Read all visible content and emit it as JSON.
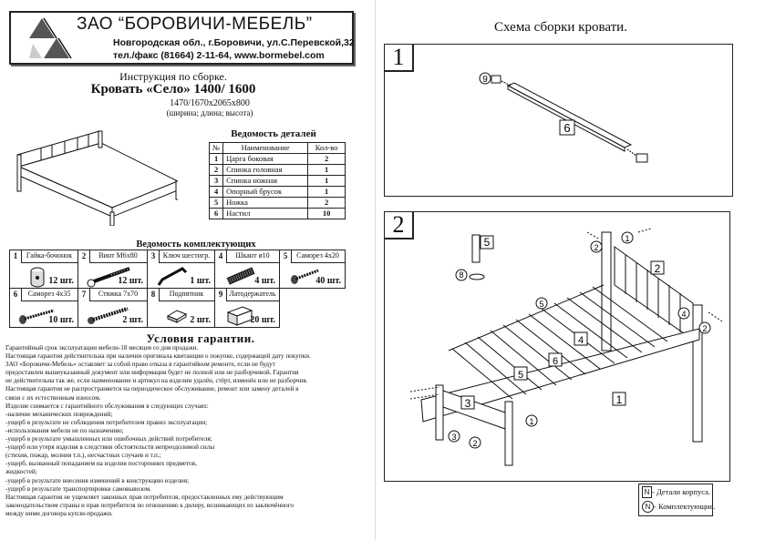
{
  "header": {
    "company": "ЗАО “БОРОВИЧИ-МЕБЕЛЬ”",
    "address": "Новгородская обл., г.Боровичи, ул.С.Перевской,32",
    "contact": "тел./факс (81664) 2-11-64,  www.bormebel.com"
  },
  "title": {
    "instruction": "Инструкция по сборке.",
    "model": "Кровать «Село» 1400/ 1600",
    "dimensions": "1470/1670x2065x800",
    "dimensions_label": "(ширина; длина; высота)"
  },
  "parts": {
    "title": "Ведомость деталей",
    "headers": [
      "№",
      "Наименование",
      "Кол-во"
    ],
    "rows": [
      {
        "n": "1",
        "name": "Царга боковая",
        "qty": "2"
      },
      {
        "n": "2",
        "name": "Спинка головная",
        "qty": "1"
      },
      {
        "n": "3",
        "name": "Спинка ножная",
        "qty": "1"
      },
      {
        "n": "4",
        "name": "Опорный брусок",
        "qty": "1"
      },
      {
        "n": "5",
        "name": "Ножка",
        "qty": "2"
      },
      {
        "n": "6",
        "name": "Настил",
        "qty": "10"
      }
    ]
  },
  "hardware": {
    "title": "Ведомость комплектующих",
    "items": [
      {
        "n": "1",
        "name": "Гайка-бочонок",
        "qty": "12 шт.",
        "icon": "barrel-nut-icon"
      },
      {
        "n": "2",
        "name": "Винт М6х80",
        "qty": "12 шт.",
        "icon": "bolt-icon"
      },
      {
        "n": "3",
        "name": "Ключ шестигр.",
        "qty": "1 шт.",
        "icon": "hex-key-icon"
      },
      {
        "n": "4",
        "name": "Шкант ø10",
        "qty": "4 шт.",
        "icon": "dowel-icon"
      },
      {
        "n": "5",
        "name": "Саморез 4х20",
        "qty": "40 шт.",
        "icon": "screw-icon"
      },
      {
        "n": "6",
        "name": "Саморез 4х35",
        "qty": "10 шт.",
        "icon": "screw-icon"
      },
      {
        "n": "7",
        "name": "Стяжка 7х70",
        "qty": "2 шт.",
        "icon": "tie-screw-icon"
      },
      {
        "n": "8",
        "name": "Подпятник",
        "qty": "2 шт.",
        "icon": "foot-pad-icon"
      },
      {
        "n": "9",
        "name": "Латодержатель",
        "qty": "20 шт.",
        "icon": "slat-holder-icon"
      }
    ]
  },
  "warranty": {
    "title": "Условия гарантии.",
    "lines": [
      "Гарантийный срок эксплуатации мебели-18 месяцев со дня продажи.",
      "Настоящая гарантия действительна при наличии оригинала квитанции о покупке, содержащей дату покупки.",
      "ЗАО «Боровичи-Мебель» оставляет за собой право отказа в гарантийном ремонте, если не будут",
      "предоставлен вышеуказанный документ или информация будет не полной или не разборчивой. Гарантия",
      "не действительна так же, если наименование и артикул на изделии удалён, стёрт, изменён или не разборчив.",
      "Настоящая гарантия не распространяется на периодическое обслуживание, ремонт или замену деталей в",
      "связи с их естественным износом.",
      "Изделие снимается с гарантийного обслуживания в следующих случаях:",
      "-наличие механических повреждений;",
      "-ущерб в результате не соблюдения потребителем правил эксплуатации;",
      "-использования мебели не по назначению;",
      "-ущерб в результате умышленных или ошибочных действий потребителя;",
      "-ущерб или утеря изделия в следствии обстоятельств непреодолимой силы",
      "(стихия, пожар, молния т.п.), несчастных случаев и т.п.;",
      "-ущерб, вызванный попаданием на изделия посторонних предметов,",
      "жидкостей;",
      "-ущерб в результате внесения изменений в конструкцию изделия;",
      "-ущерб в результате транспортировки самовывозом.",
      "Настоящая гарантия не ущемляет законных прав потребителя, предоставленных ему действующим",
      "законодательством страны и прав потребителя по отношению к дилеру, возникающих из заключённого",
      "между ними договора купли-продажи."
    ]
  },
  "schema": {
    "title": "Схема сборки кровати.",
    "step1": {
      "number": "1",
      "labels": {
        "slat": "6",
        "holder": "9"
      }
    },
    "step2": {
      "number": "2",
      "labels": {
        "leg": "5",
        "foot_pad": "8",
        "headboard": "2",
        "footboard": "3",
        "side_rail": "1",
        "support": "4",
        "slats": "6",
        "support_small": "5",
        "c1": "1",
        "c2": "2",
        "c3": "3",
        "c4": "4",
        "c5": "5",
        "c6": "6"
      }
    }
  },
  "legend": {
    "symbol": "N",
    "body_parts": "- Детали корпуса.",
    "components": "- Комплектующие."
  },
  "colors": {
    "logo_triangle": "#555555",
    "ink": "#111111"
  }
}
